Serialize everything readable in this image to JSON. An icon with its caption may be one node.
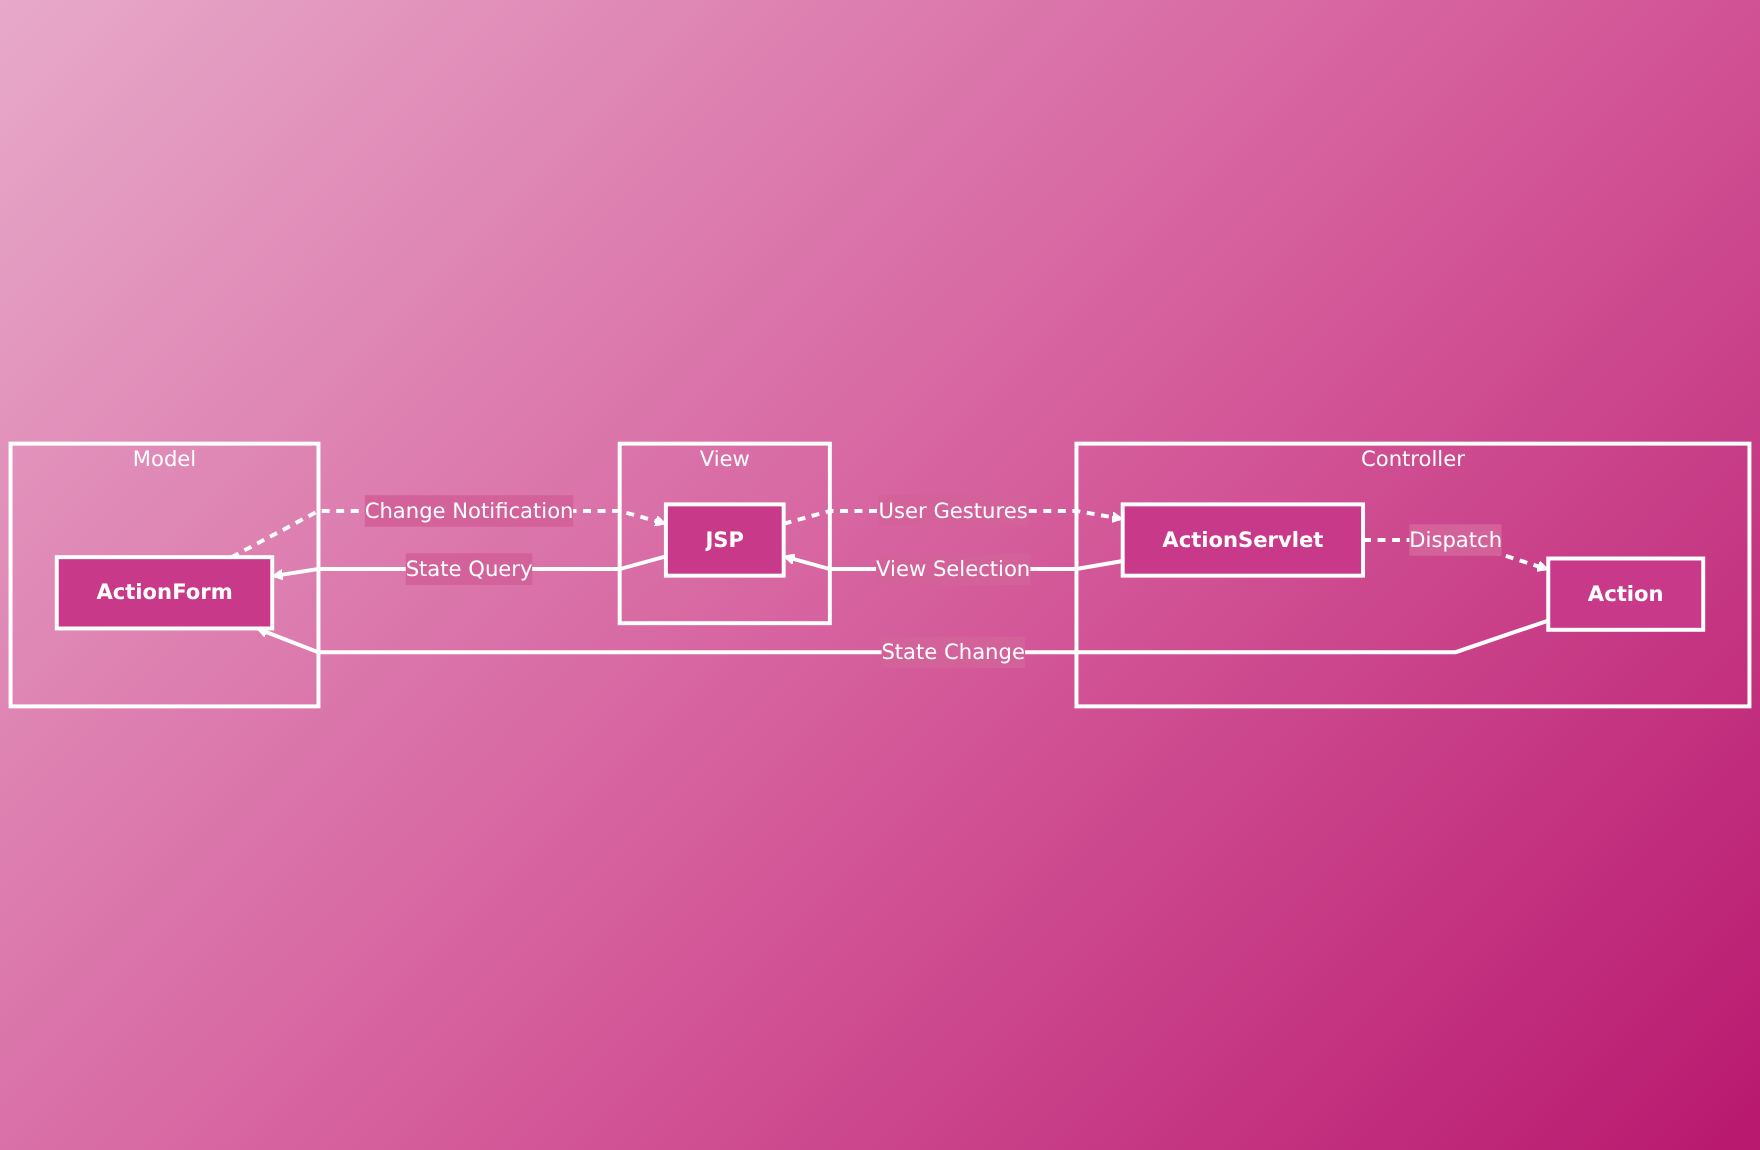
{
  "diagram": {
    "nodes": [
      {
        "text": [
          "Model"
        ]
      },
      {
        "text": [
          "ActionForm"
        ],
        "in": 0
      },
      {
        "text": [
          "View"
        ]
      },
      {
        "text": [
          "JSP"
        ],
        "in": 2
      },
      {
        "text": [
          "Controller"
        ]
      },
      {
        "text": [
          "Action"
        ],
        "in": 4
      },
      {
        "text": [
          "ActionServlet"
        ],
        "in": 4
      }
    ],
    "edges": [
      {
        "from": 3,
        "to": 1,
        "arrow": "to",
        "label": "State Query"
      },
      {
        "from": 1,
        "to": 3,
        "arrow": "to",
        "label": "Change Notification",
        "style": "dashed"
      },
      {
        "from": 5,
        "to": 1,
        "arrow": "to",
        "label": "State Change"
      },
      {
        "from": 6,
        "to": 5,
        "arrow": "to",
        "label": "Dispatch",
        "style": "dashed"
      },
      {
        "from": 6,
        "to": 3,
        "arrow": "to",
        "label": "View Selection"
      },
      {
        "from": 3,
        "to": 6,
        "arrow": "to",
        "label": "User Gestures",
        "style": "dashed"
      }
    ]
  }
}
